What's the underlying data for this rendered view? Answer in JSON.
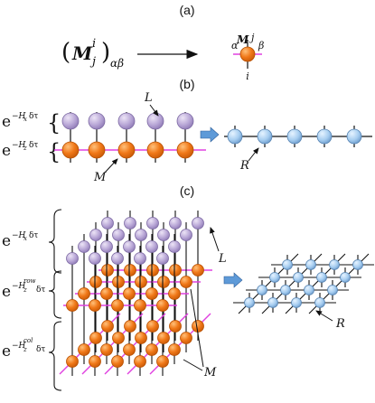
{
  "panels": {
    "a": "(a)",
    "b": "(b)",
    "c": "(c)"
  },
  "colors": {
    "orange": "#f07818",
    "orange_stroke": "#b85000",
    "lilac": "#b8a6d6",
    "lilac_stroke": "#7d6aa3",
    "blue": "#a6cdf0",
    "blue_stroke": "#5784b2",
    "magenta": "#e040e0",
    "line": "#111111",
    "arrow_fill": "#5e9ad8"
  },
  "panel_a": {
    "symbol": "M",
    "index_upper": "i",
    "index_lower": "j",
    "subscript": "αβ",
    "node_label_M": "M",
    "node_label_j": "j",
    "node_label_i": "i",
    "node_label_alpha": "α",
    "node_label_beta": "β"
  },
  "panel_b": {
    "row_labels": [
      {
        "base": "e",
        "exp_prefix": "−H",
        "exp_sub": "x",
        "exp_suffix": "δτ"
      },
      {
        "base": "e",
        "exp_prefix": "−H",
        "exp_sub": "z",
        "exp_suffix": "δτ"
      }
    ],
    "label_L": "L",
    "label_M": "M",
    "label_R": "R"
  },
  "panel_c": {
    "row_labels": [
      {
        "base": "e",
        "exp_prefix": "−H",
        "exp_sub": "x",
        "exp_sup": "",
        "exp_suffix": "δτ"
      },
      {
        "base": "e",
        "exp_prefix": "−H",
        "exp_sub": "z",
        "exp_sup": "row",
        "exp_suffix": "δτ"
      },
      {
        "base": "e",
        "exp_prefix": "−H",
        "exp_sub": "z",
        "exp_sup": "col",
        "exp_suffix": "δτ"
      }
    ],
    "label_L": "L",
    "label_M": "M",
    "label_R": "R"
  }
}
